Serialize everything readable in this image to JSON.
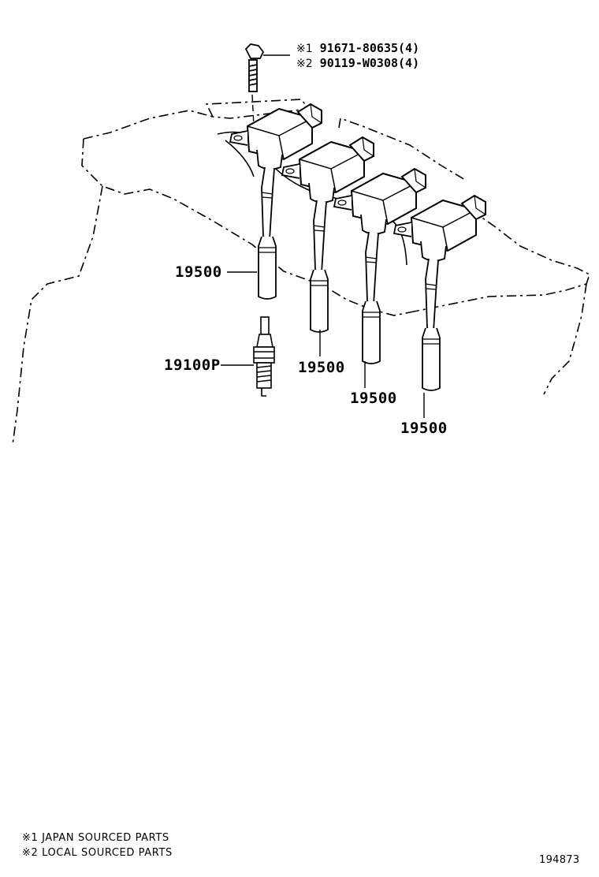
{
  "bolt_notes": [
    {
      "mark": "※1",
      "part": "91671-80635(4)"
    },
    {
      "mark": "※2",
      "part": "90119-W0308(4)"
    }
  ],
  "callouts": {
    "coil_1": "19500",
    "coil_2": "19500",
    "coil_3": "19500",
    "coil_4": "19500",
    "spark_plug": "19100P"
  },
  "legend": [
    "※1 JAPAN SOURCED PARTS",
    "※2 LOCAL SOURCED PARTS"
  ],
  "figure_id": "194873",
  "colors": {
    "line": "#000000",
    "background": "#ffffff"
  }
}
